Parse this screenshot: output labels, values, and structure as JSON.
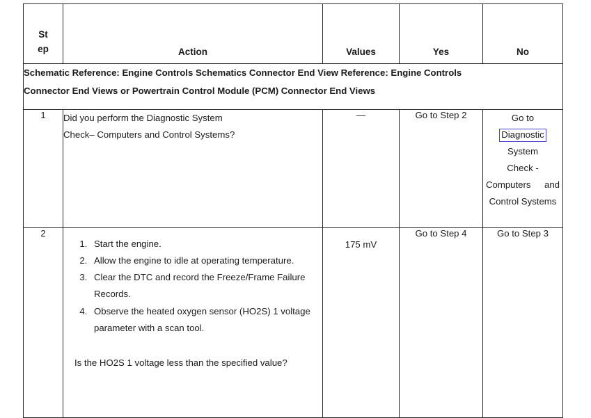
{
  "table": {
    "headers": {
      "step_line1": "St",
      "step_line2": "ep",
      "action": "Action",
      "values": "Values",
      "yes": "Yes",
      "no": "No"
    },
    "schematic_reference": {
      "line1": "Schematic Reference: Engine Controls Schematics Connector End View Reference: Engine Controls",
      "line2": "Connector End Views or Powertrain Control Module (PCM) Connector End Views"
    },
    "rows": [
      {
        "step": "1",
        "action_line1": "Did you perform the Diagnostic System",
        "action_line2": "Check– Computers and Control Systems?",
        "values": "—",
        "yes": "Go to Step 2",
        "no_lines": {
          "l1": "Go to",
          "l2_highlighted": "Diagnostic",
          "l3": "System",
          "l4": "Check -",
          "l5": "Computers and",
          "l6": "Control Systems"
        }
      },
      {
        "step": "2",
        "action_items": [
          "Start the engine.",
          "Allow the engine to idle at operating temperature.",
          "Clear the DTC and record the Freeze/Frame Failure Records.",
          "Observe the heated oxygen sensor (HO2S) 1 voltage parameter with a scan tool."
        ],
        "question": "Is the HO2S 1 voltage less than the specified value?",
        "values": "175 mV",
        "yes": "Go to Step 4",
        "no": "Go to Step 3"
      }
    ]
  },
  "colors": {
    "highlight_border": "#4a46d6",
    "table_border": "#2a2a2a",
    "text": "#1b1b1b",
    "background": "#ffffff"
  }
}
